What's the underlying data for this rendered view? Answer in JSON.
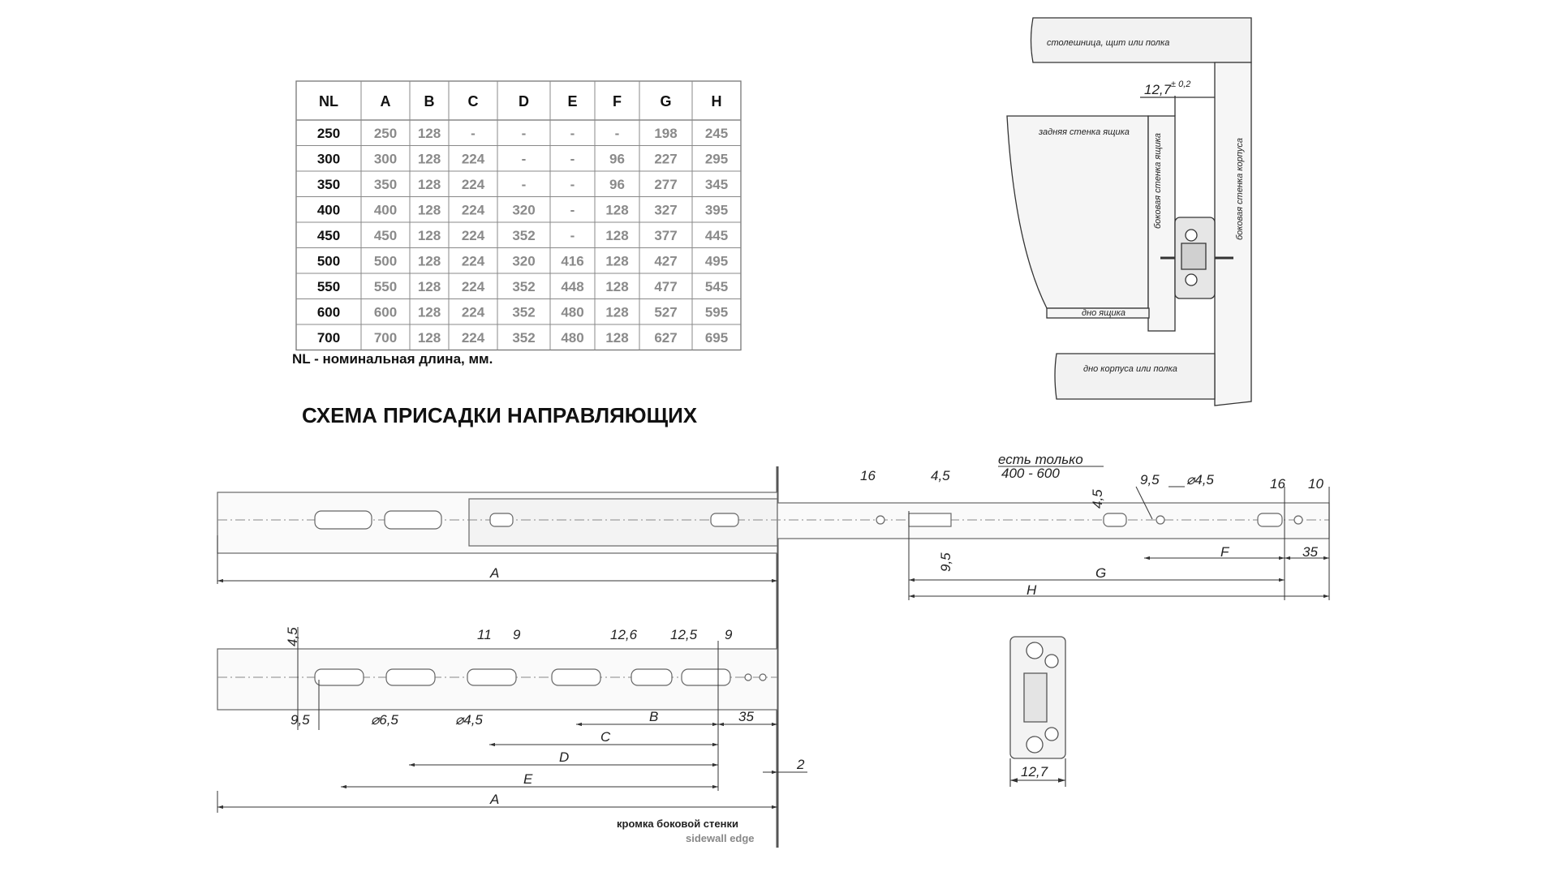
{
  "table": {
    "headers": [
      "NL",
      "A",
      "B",
      "C",
      "D",
      "E",
      "F",
      "G",
      "H"
    ],
    "rows": [
      [
        "250",
        "250",
        "128",
        "-",
        "-",
        "-",
        "-",
        "198",
        "245"
      ],
      [
        "300",
        "300",
        "128",
        "224",
        "-",
        "-",
        "96",
        "227",
        "295"
      ],
      [
        "350",
        "350",
        "128",
        "224",
        "-",
        "-",
        "96",
        "277",
        "345"
      ],
      [
        "400",
        "400",
        "128",
        "224",
        "320",
        "-",
        "128",
        "327",
        "395"
      ],
      [
        "450",
        "450",
        "128",
        "224",
        "352",
        "-",
        "128",
        "377",
        "445"
      ],
      [
        "500",
        "500",
        "128",
        "224",
        "320",
        "416",
        "128",
        "427",
        "495"
      ],
      [
        "550",
        "550",
        "128",
        "224",
        "352",
        "448",
        "128",
        "477",
        "545"
      ],
      [
        "600",
        "600",
        "128",
        "224",
        "352",
        "480",
        "128",
        "527",
        "595"
      ],
      [
        "700",
        "700",
        "128",
        "224",
        "352",
        "480",
        "128",
        "627",
        "695"
      ]
    ],
    "note": "NL - номинальная длина, мм."
  },
  "title": "СХЕМА ПРИСАДКИ НАПРАВЛЯЮЩИХ",
  "cross_section": {
    "top_label": "столешница, щит или полка",
    "gap_label": "12,7",
    "gap_tol": "± 0,2",
    "back_wall": "задняя стенка ящика",
    "drawer_side": "боковая стенка ящика",
    "cabinet_side": "боковая  стенка корпуса",
    "drawer_bottom": "дно ящика",
    "cabinet_bottom": "дно корпуса или полка"
  },
  "top_rail": {
    "note_line1": "есть только",
    "note_line2": "400 - 600",
    "dims": {
      "d16a": "16",
      "d45a": "4,5",
      "d45v": "4,5",
      "d95a": "9,5",
      "dphi45": "⌀4,5",
      "d16b": "16",
      "d10": "10",
      "d95v": "9,5",
      "F": "F",
      "d35": "35",
      "G": "G",
      "H": "H",
      "A": "A"
    }
  },
  "bottom_rail": {
    "dims": {
      "d45v": "4,5",
      "d11": "11",
      "d9a": "9",
      "d126": "12,6",
      "d125": "12,5",
      "d9b": "9",
      "d95": "9,5",
      "phi65": "⌀6,5",
      "phi45": "⌀4,5",
      "B": "B",
      "d35": "35",
      "C": "C",
      "D": "D",
      "E": "E",
      "A": "A",
      "d2": "2"
    },
    "edge_ru": "кромка боковой стенки",
    "edge_en": "sidewall edge"
  },
  "profile": {
    "width_label": "12,7"
  }
}
